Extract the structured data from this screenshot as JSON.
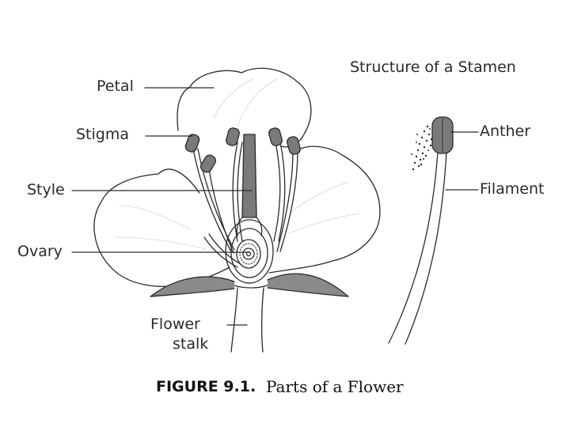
{
  "stamen_title": "Structure of a Stamen",
  "labels": {
    "petal": "Petal",
    "stigma": "Stigma",
    "style": "Style",
    "ovary": "Ovary",
    "flower_stalk_line1": "Flower",
    "flower_stalk_line2": "stalk",
    "anther": "Anther",
    "filament": "Filament"
  },
  "caption": {
    "figure_number": "FIGURE 9.1.",
    "text": "Parts of a Flower"
  },
  "colors": {
    "ink": "#2a2a2a",
    "fill_dark": "#7a7a7a"
  }
}
